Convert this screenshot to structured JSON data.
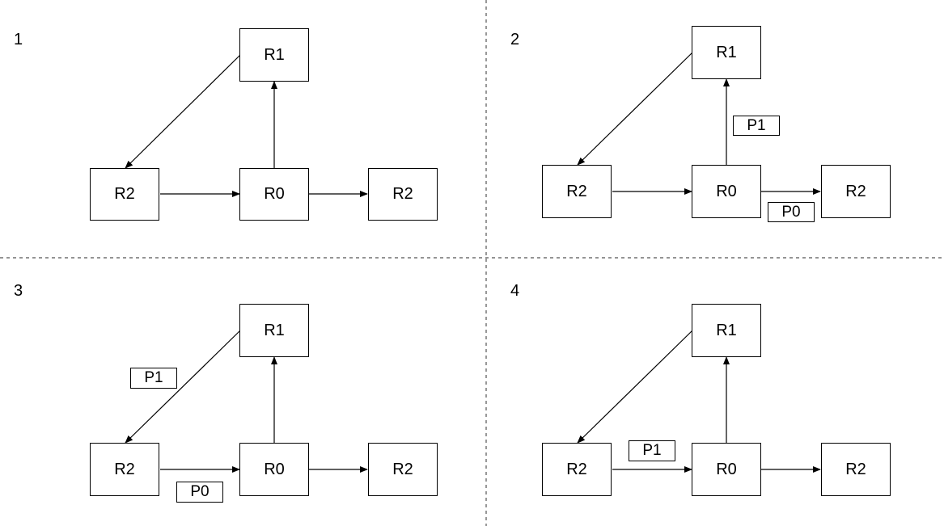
{
  "panels": [
    {
      "label": "1",
      "nodes": {
        "r1": "R1",
        "r2_left": "R2",
        "r0": "R0",
        "r2_right": "R2"
      },
      "packets": []
    },
    {
      "label": "2",
      "nodes": {
        "r1": "R1",
        "r2_left": "R2",
        "r0": "R0",
        "r2_right": "R2"
      },
      "packets": [
        "P1",
        "P0"
      ]
    },
    {
      "label": "3",
      "nodes": {
        "r1": "R1",
        "r2_left": "R2",
        "r0": "R0",
        "r2_right": "R2"
      },
      "packets": [
        "P1",
        "P0"
      ]
    },
    {
      "label": "4",
      "nodes": {
        "r1": "R1",
        "r2_left": "R2",
        "r0": "R0",
        "r2_right": "R2"
      },
      "packets": [
        "P1"
      ]
    }
  ]
}
